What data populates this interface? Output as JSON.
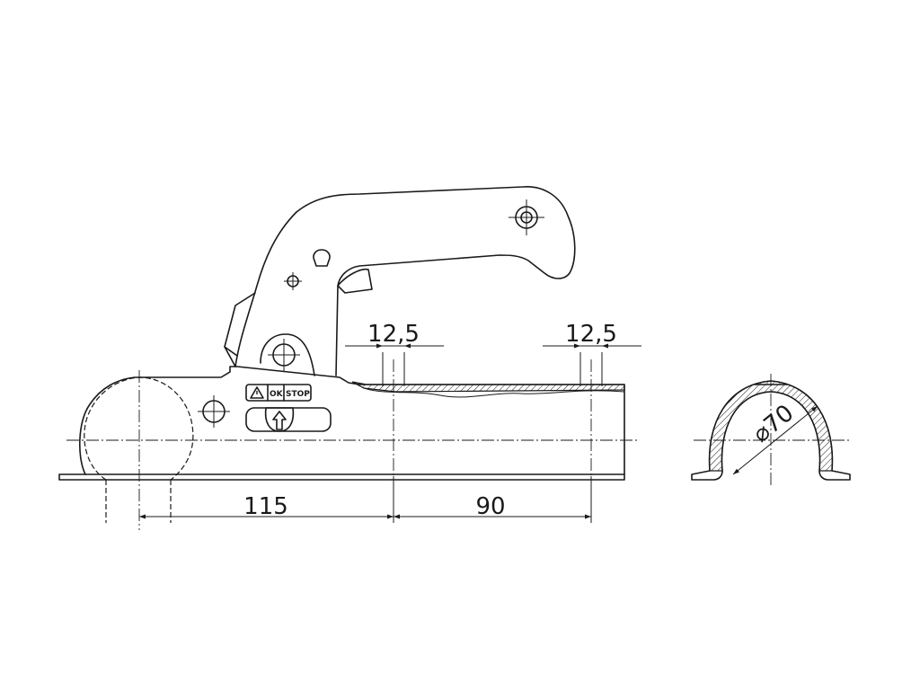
{
  "dimensions": {
    "width_left": "12,5",
    "width_right": "12,5",
    "length_a": "115",
    "length_b": "90",
    "diameter": "⌀70"
  },
  "label_panel": {
    "ok": "OK",
    "stop": "STOP"
  },
  "icons": {
    "warning": "warning-triangle-icon",
    "arrow": "up-arrow-icon"
  }
}
